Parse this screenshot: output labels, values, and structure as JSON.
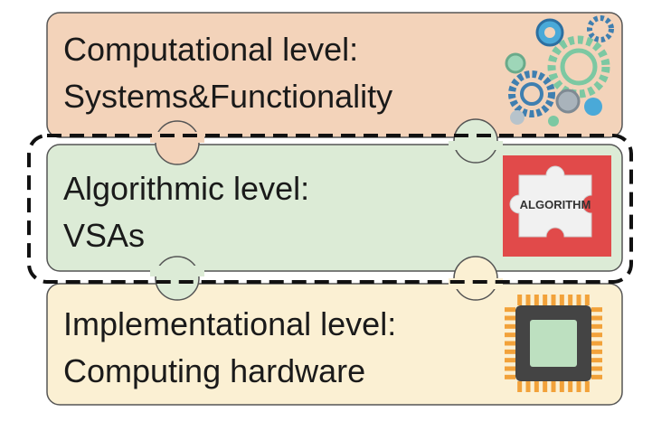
{
  "levels": [
    {
      "id": "computational",
      "line1": "Computational level:",
      "line2": "Systems&Functionality",
      "fill": "#f3d3ba",
      "icon": "gears-icon"
    },
    {
      "id": "algorithmic",
      "line1": "Algorithmic level:",
      "line2": "VSAs",
      "fill": "#dcebd6",
      "icon": "puzzle-piece-icon"
    },
    {
      "id": "implementational",
      "line1": "Implementational level:",
      "line2": "Computing hardware",
      "fill": "#fbf0d3",
      "icon": "cpu-chip-icon"
    }
  ],
  "algorithm_badge": "ALGORITHM",
  "colors": {
    "border": "#555555",
    "dashed": "#111111",
    "badge_bg": "#e14a4a",
    "chip_body": "#444444",
    "chip_core": "#bde0c0",
    "chip_pins": "#f2a23a"
  }
}
